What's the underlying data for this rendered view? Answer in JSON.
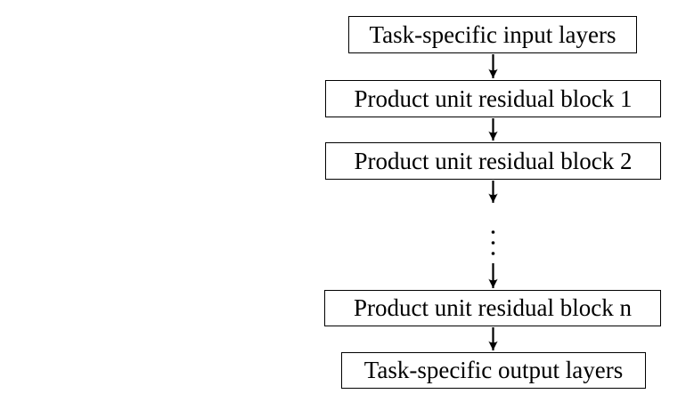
{
  "figure": {
    "background": "#ffffff",
    "line_color": "#000000",
    "text_color": "#000000",
    "nodes": [
      {
        "id": "input-layers",
        "label": "Task-specific input layers"
      },
      {
        "id": "block-1",
        "label": "Product unit residual block 1"
      },
      {
        "id": "block-2",
        "label": "Product unit residual block 2"
      },
      {
        "id": "ellipsis",
        "label": "⋮"
      },
      {
        "id": "block-n",
        "label": "Product unit residual block n"
      },
      {
        "id": "output-layers",
        "label": "Task-specific output layers"
      }
    ],
    "connections": [
      {
        "from": "input-layers",
        "to": "block-1"
      },
      {
        "from": "block-1",
        "to": "block-2"
      },
      {
        "from": "block-2",
        "to": "ellipsis"
      },
      {
        "from": "ellipsis",
        "to": "block-n"
      },
      {
        "from": "block-n",
        "to": "output-layers"
      }
    ]
  }
}
